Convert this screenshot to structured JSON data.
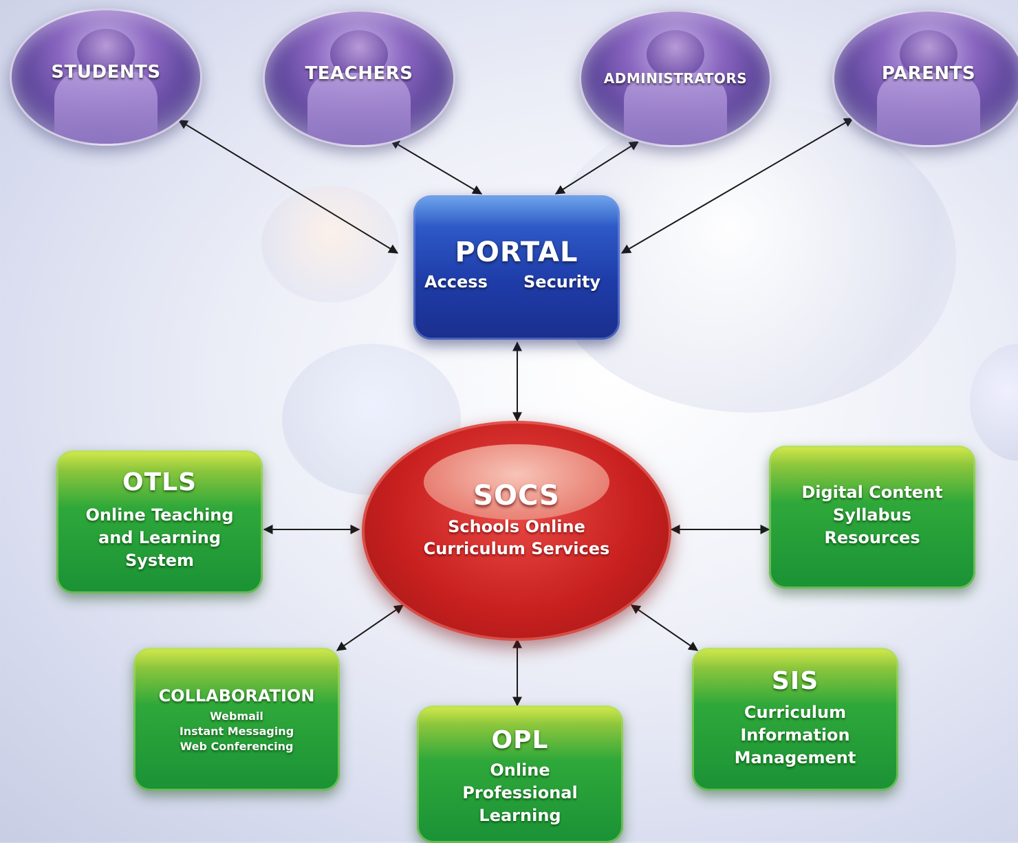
{
  "users": [
    {
      "key": "students",
      "label": "STUDENTS"
    },
    {
      "key": "teachers",
      "label": "TEACHERS"
    },
    {
      "key": "administrators",
      "label": "ADMINISTRATORS"
    },
    {
      "key": "parents",
      "label": "PARENTS"
    }
  ],
  "portal": {
    "title": "PORTAL",
    "access": "Access",
    "security": "Security"
  },
  "socs": {
    "title": "SOCS",
    "line1": "Schools Online",
    "line2": "Curriculum Services"
  },
  "otls": {
    "title": "OTLS",
    "line1": "Online Teaching",
    "line2": "and Learning",
    "line3": "System"
  },
  "digital": {
    "line1": "Digital Content",
    "line2": "Syllabus",
    "line3": "Resources"
  },
  "collaboration": {
    "title": "COLLABORATION",
    "line1": "Webmail",
    "line2": "Instant Messaging",
    "line3": "Web Conferencing"
  },
  "opl": {
    "title": "OPL",
    "line1": "Online",
    "line2": "Professional",
    "line3": "Learning"
  },
  "sis": {
    "title": "SIS",
    "line1": "Curriculum",
    "line2": "Information",
    "line3": "Management"
  },
  "colors": {
    "portal": "#1e3ca8",
    "socs": "#c8201f",
    "module": "#2fa83a",
    "user_bubble": "#6e4fa8",
    "connector": "#1a1a1a"
  }
}
